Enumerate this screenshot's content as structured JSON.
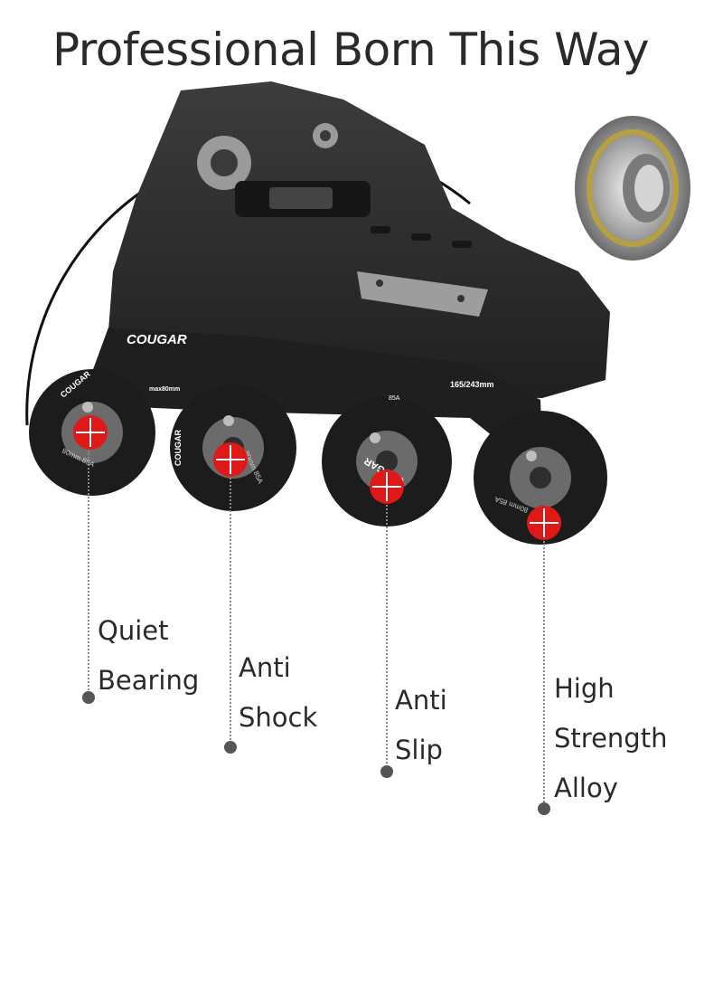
{
  "title": "Professional Born This Way",
  "product": {
    "brand": "COUGAR",
    "frame_spec": "165/243mm",
    "max_wheel": "max80mm",
    "wheel_spec": "80mm 85A",
    "hardness": "85A"
  },
  "features": [
    {
      "line1": "Quiet",
      "line2": "Bearing"
    },
    {
      "line1": "Anti",
      "line2": "Shock"
    },
    {
      "line1": "Anti",
      "line2": "Slip"
    },
    {
      "line1": "High",
      "line2": "Strength",
      "line3": "Alloy"
    }
  ],
  "colors": {
    "marker": "#e01818",
    "boot": "#2b2b2b",
    "wheel": "#1c1c1c"
  }
}
